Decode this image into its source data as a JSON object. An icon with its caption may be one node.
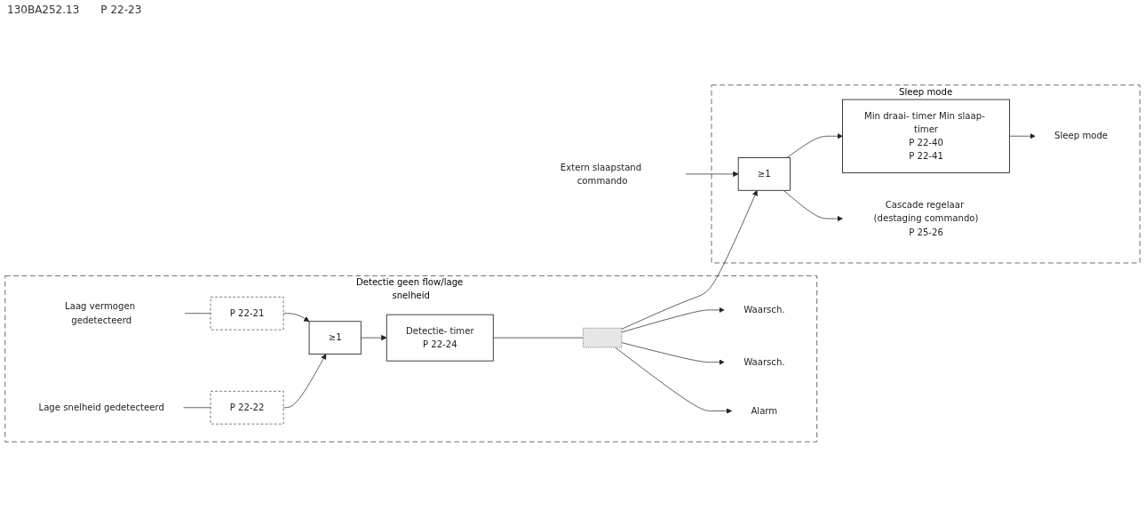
{
  "diagram": {
    "nodes": [
      {
        "text": [
          "Detectie geen flow/lage snelheid"
        ]
      },
      {
        "text": [
          "Laag vermogen gedetecteerd"
        ],
        "in": 0
      },
      {
        "text": [
          "P 22-21"
        ],
        "in": 0
      },
      {
        "text": [
          "Lage snelheid gedetecteerd"
        ],
        "in": 0
      },
      {
        "text": [
          "P 22-22"
        ],
        "in": 0
      },
      {
        "text": [
          "≥1"
        ],
        "in": 0
      },
      {
        "text": [
          "Detectie- timer",
          "P 22-24"
        ],
        "in": 0
      },
      {
        "text": [],
        "shape": "bar",
        "in": 0
      },
      {
        "text": [
          "Waarsch."
        ],
        "in": 0
      },
      {
        "text": [
          "Waarsch."
        ],
        "in": 0
      },
      {
        "text": [
          "Alarm"
        ],
        "in": 0
      },
      {
        "text": [
          "Sleep mode"
        ]
      },
      {
        "text": [
          "Extern slaapstand commando"
        ]
      },
      {
        "text": [
          "≥1"
        ],
        "in": 11
      },
      {
        "text": [
          "Min draai- timer Min slaap- timer",
          "P 22-40",
          "P 22-41"
        ],
        "in": 11
      },
      {
        "text": [
          "Sleep mode"
        ],
        "in": 11
      },
      {
        "text": [
          "Cascade regelaar (destaging commando)"
        ],
        "beside": [
          "P 25-26"
        ],
        "in": 11
      }
    ],
    "edges": [
      {
        "from": 1,
        "to": 2,
        "arrow": "none"
      },
      {
        "from": 2,
        "to": 5,
        "arrow": "to"
      },
      {
        "from": 3,
        "to": 4,
        "arrow": "none"
      },
      {
        "from": 4,
        "to": 5,
        "arrow": "to"
      },
      {
        "from": 5,
        "to": 6,
        "arrow": "to"
      },
      {
        "from": 6,
        "to": 7,
        "arrow": "none"
      },
      {
        "from": 7,
        "to": 8,
        "arrow": "to"
      },
      {
        "from": 7,
        "to": 9,
        "arrow": "to"
      },
      {
        "from": 7,
        "to": 10,
        "arrow": "to"
      },
      {
        "from": 7,
        "to": 13,
        "arrow": "to"
      },
      {
        "from": 12,
        "to": 13,
        "arrow": "to"
      },
      {
        "from": 13,
        "to": 14,
        "arrow": "to"
      },
      {
        "from": 14,
        "to": 15,
        "arrow": "to"
      },
      {
        "from": 13,
        "to": 16,
        "arrow": "to"
      }
    ],
    "labels": [
      "130BA252.13",
      "P 22-23"
    ]
  }
}
